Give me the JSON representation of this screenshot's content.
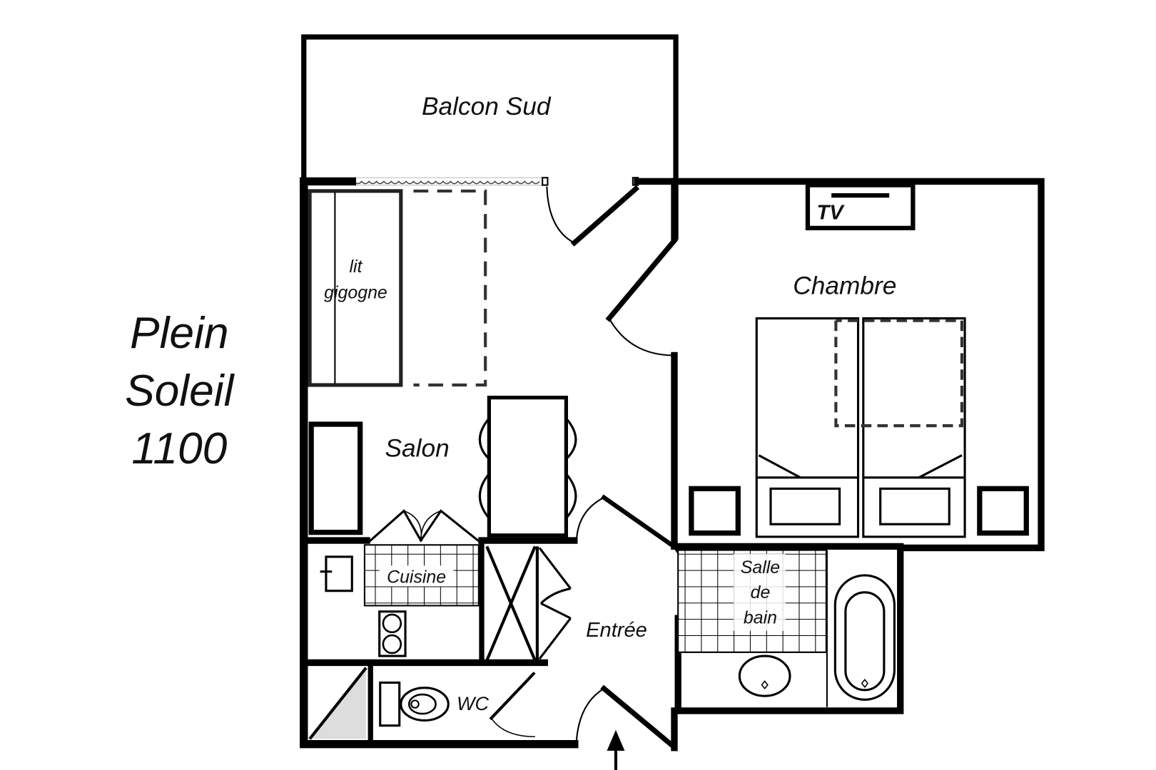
{
  "title": {
    "line1": "Plein",
    "line2": "Soleil",
    "line3": "1100"
  },
  "rooms": {
    "balcon": "Balcon Sud",
    "lit_line1": "lit",
    "lit_line2": "gigogne",
    "salon": "Salon",
    "chambre": "Chambre",
    "tv": "TV",
    "cuisine": "Cuisine",
    "sdb_line1": "Salle",
    "sdb_line2": "de",
    "sdb_line3": "bain",
    "entree": "Entrée",
    "wc": "WC"
  },
  "colors": {
    "wall": "#000000",
    "background": "#ffffff"
  }
}
